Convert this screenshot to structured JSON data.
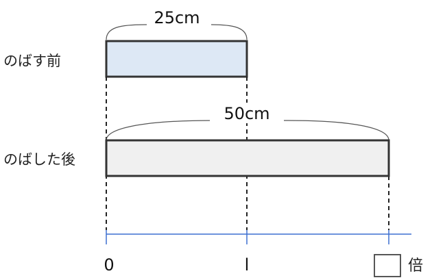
{
  "labels": {
    "before": "のばす前",
    "after": "のばした後"
  },
  "measures": {
    "before": "25cm",
    "after": "50cm"
  },
  "number_line": {
    "tick_zero": "0",
    "tick_one": "l",
    "unit": "倍"
  },
  "colors": {
    "before_bar_fill": "#dde8f5",
    "after_bar_fill": "#f0f0f0",
    "bar_stroke": "#333333",
    "number_line": "#3c6fd0",
    "answer_box_stroke": "#444444"
  }
}
